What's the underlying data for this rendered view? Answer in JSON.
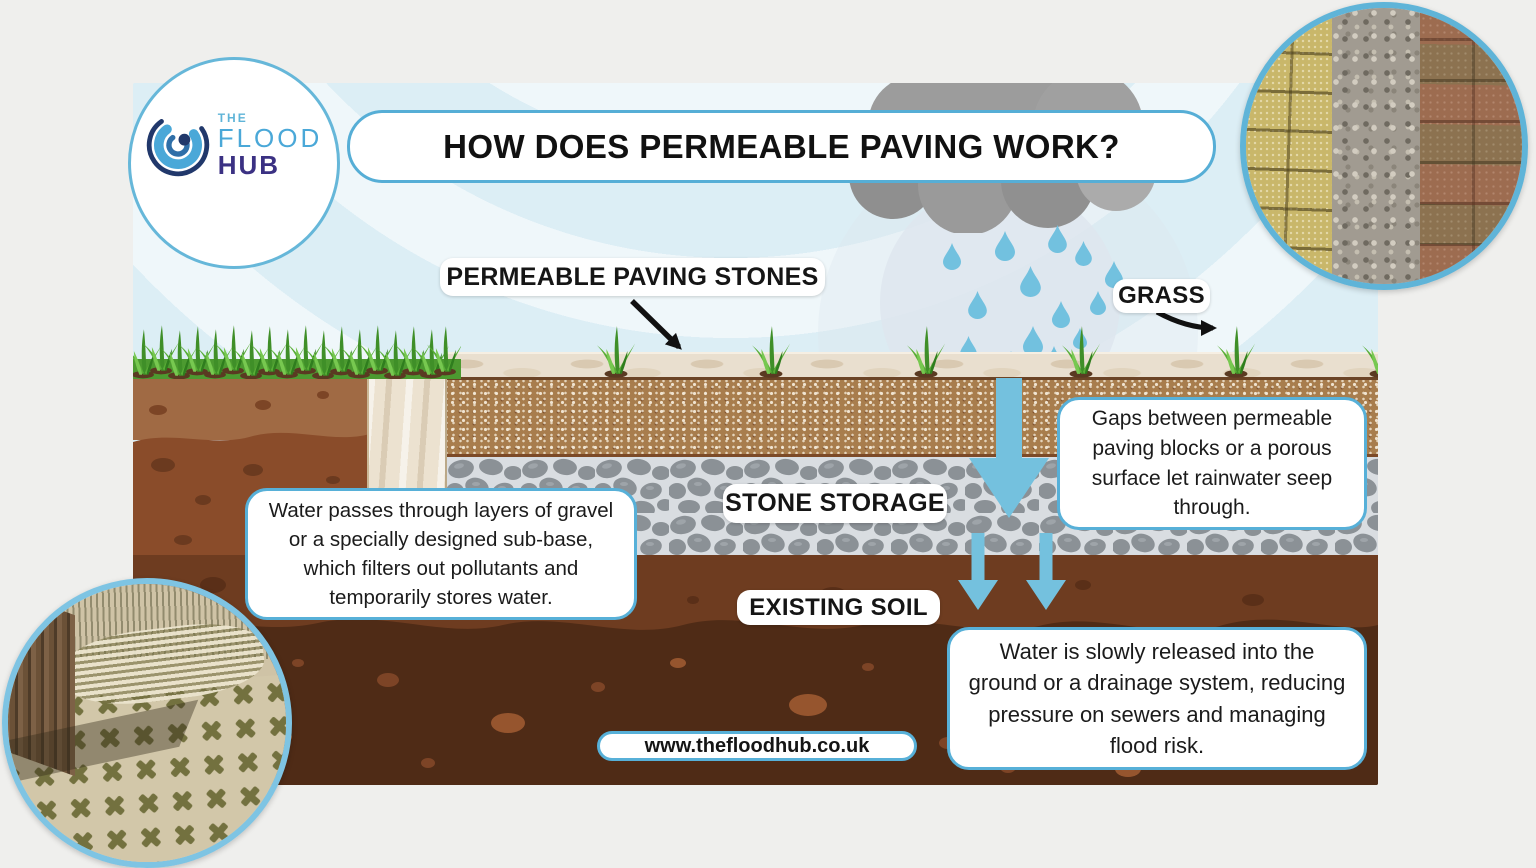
{
  "title": {
    "text": "HOW DOES PERMEABLE PAVING WORK?"
  },
  "logo": {
    "the": "THE",
    "flood": "FLOOD",
    "hub": "HUB"
  },
  "layer_labels": {
    "paving_stones": "PERMEABLE PAVING STONES",
    "grass": "GRASS",
    "stone_storage": "STONE STORAGE",
    "existing_soil": "EXISTING SOIL"
  },
  "callouts": {
    "seep": "Gaps between permeable paving blocks or a porous surface let rainwater seep through.",
    "filter": "Water passes through layers of gravel or a specially designed sub-base, which filters out pollutants and temporarily stores water.",
    "release": "Water is slowly released into the ground or a drainage system, reducing pressure on sewers and managing flood risk."
  },
  "footer": {
    "website": "www.thefloodhub.co.uk"
  },
  "photos": {
    "top_right": "permeable-block-paving-with-gravel-strip",
    "bottom_left": "grass-grid-permeable-path"
  },
  "colors": {
    "accent_blue": "#57b0d8",
    "rain_blue": "#72c1df",
    "cloud_grey": "#9c9c9c",
    "sky": "#dceef5",
    "sand": "#a87d4d",
    "stone_grey": "#8b9196",
    "soil_band": "#6e3c20",
    "soil_dark": "#4f2b16",
    "grass_green": "#58ad36",
    "logo_blue": "#4aa8d8",
    "logo_purple": "#3b3183",
    "logo_navy": "#21386b"
  }
}
